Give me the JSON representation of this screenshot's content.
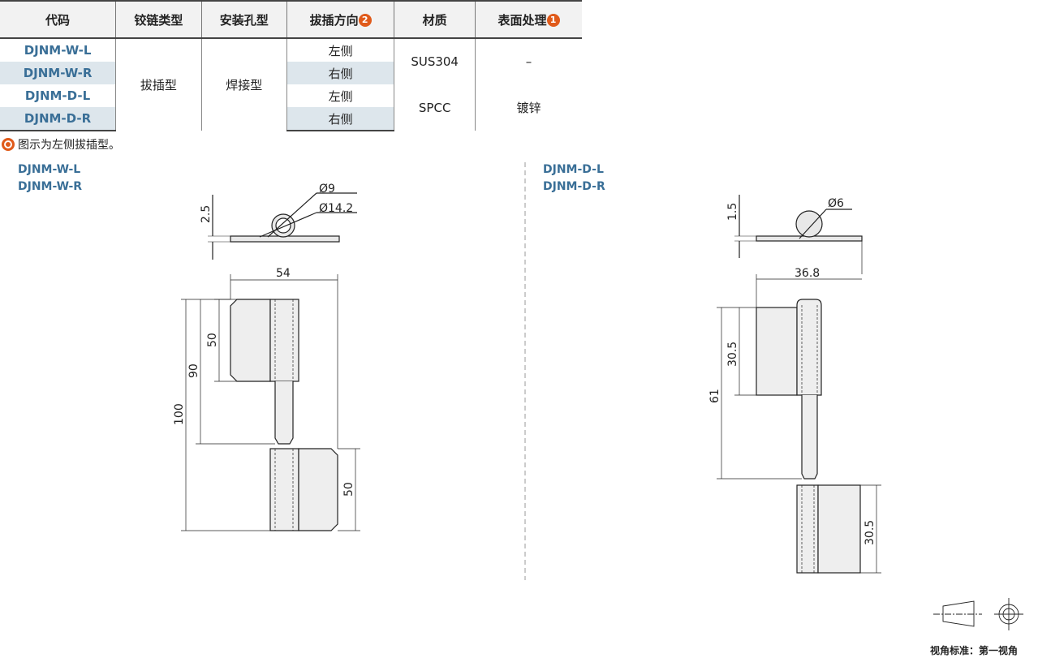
{
  "table": {
    "headers": [
      "代码",
      "铰链类型",
      "安装孔型",
      "拔插方向",
      "材质",
      "表面处理"
    ],
    "header_badges": {
      "direction": "2",
      "surface": "1"
    },
    "rows": [
      {
        "code": "DJNM-W-L",
        "direction": "左侧"
      },
      {
        "code": "DJNM-W-R",
        "direction": "右侧"
      },
      {
        "code": "DJNM-D-L",
        "direction": "左侧"
      },
      {
        "code": "DJNM-D-R",
        "direction": "右侧"
      }
    ],
    "hinge_type": "拔插型",
    "hole_type": "焊接型",
    "material_w": "SUS304",
    "material_d": "SPCC",
    "surface_w": "–",
    "surface_d": "镀锌"
  },
  "note": "图示为左侧拔插型。",
  "left": {
    "codes": [
      "DJNM-W-L",
      "DJNM-W-R"
    ],
    "dims": {
      "d_in": "Ø9",
      "d_out": "Ø14.2",
      "thick": "2.5",
      "width": "54",
      "leaf": "50",
      "pin": "90",
      "total": "100",
      "lower": "50"
    }
  },
  "right": {
    "codes": [
      "DJNM-D-L",
      "DJNM-D-R"
    ],
    "dims": {
      "d": "Ø6",
      "thick": "1.5",
      "width": "36.8",
      "leaf": "30.5",
      "total": "61",
      "lower": "30.5"
    }
  },
  "projection": "视角标准：第一视角",
  "colors": {
    "accent": "#e05a1a",
    "code": "#3a6f97",
    "stripe": "#dde6ec"
  }
}
